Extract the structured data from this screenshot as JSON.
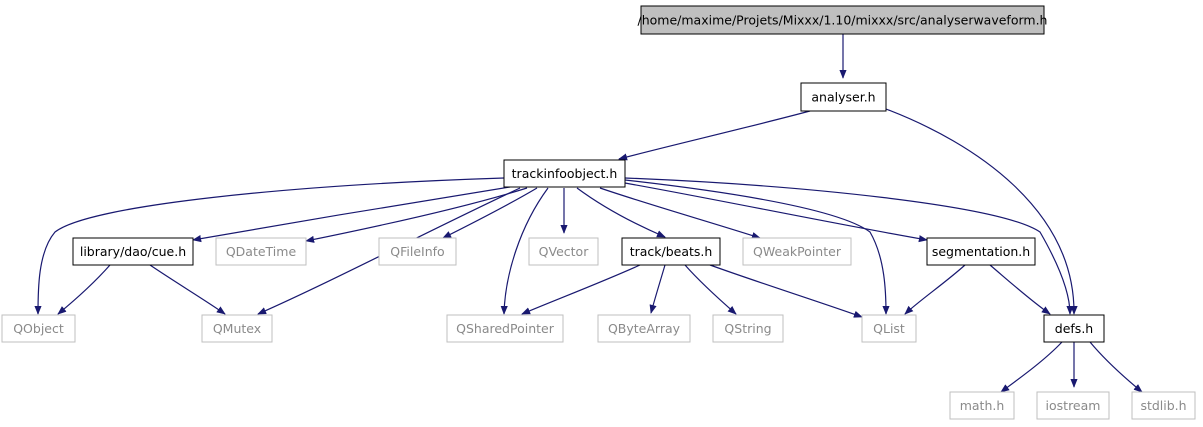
{
  "diagram": {
    "nodes": [
      {
        "id": "root",
        "label": "/home/maxime/Projets/Mixxx/1.10/mixxx/src/analyserwaveform.h",
        "style": "root"
      },
      {
        "id": "analyser",
        "label": "analyser.h",
        "style": "normal"
      },
      {
        "id": "trackinfo",
        "label": "trackinfoobject.h",
        "style": "normal"
      },
      {
        "id": "cue",
        "label": "library/dao/cue.h",
        "style": "normal"
      },
      {
        "id": "qdatetime",
        "label": "QDateTime",
        "style": "external"
      },
      {
        "id": "qfileinfo",
        "label": "QFileInfo",
        "style": "external"
      },
      {
        "id": "qvector",
        "label": "QVector",
        "style": "external"
      },
      {
        "id": "beats",
        "label": "track/beats.h",
        "style": "normal"
      },
      {
        "id": "qweakpointer",
        "label": "QWeakPointer",
        "style": "external"
      },
      {
        "id": "segmentation",
        "label": "segmentation.h",
        "style": "normal"
      },
      {
        "id": "qobject",
        "label": "QObject",
        "style": "external"
      },
      {
        "id": "qmutex",
        "label": "QMutex",
        "style": "external"
      },
      {
        "id": "qsharedpointer",
        "label": "QSharedPointer",
        "style": "external"
      },
      {
        "id": "qbytearray",
        "label": "QByteArray",
        "style": "external"
      },
      {
        "id": "qstring",
        "label": "QString",
        "style": "external"
      },
      {
        "id": "qlist",
        "label": "QList",
        "style": "external"
      },
      {
        "id": "defs",
        "label": "defs.h",
        "style": "normal"
      },
      {
        "id": "math",
        "label": "math.h",
        "style": "external"
      },
      {
        "id": "iostream",
        "label": "iostream",
        "style": "external"
      },
      {
        "id": "stdlib",
        "label": "stdlib.h",
        "style": "external"
      }
    ],
    "edges": [
      {
        "from": "root",
        "to": "analyser"
      },
      {
        "from": "analyser",
        "to": "trackinfo"
      },
      {
        "from": "analyser",
        "to": "defs"
      },
      {
        "from": "trackinfo",
        "to": "qobject"
      },
      {
        "from": "trackinfo",
        "to": "cue"
      },
      {
        "from": "trackinfo",
        "to": "qmutex"
      },
      {
        "from": "trackinfo",
        "to": "qdatetime"
      },
      {
        "from": "trackinfo",
        "to": "qfileinfo"
      },
      {
        "from": "trackinfo",
        "to": "qsharedpointer"
      },
      {
        "from": "trackinfo",
        "to": "qvector"
      },
      {
        "from": "trackinfo",
        "to": "beats"
      },
      {
        "from": "trackinfo",
        "to": "qweakpointer"
      },
      {
        "from": "trackinfo",
        "to": "segmentation"
      },
      {
        "from": "trackinfo",
        "to": "qlist"
      },
      {
        "from": "trackinfo",
        "to": "defs"
      },
      {
        "from": "cue",
        "to": "qobject"
      },
      {
        "from": "cue",
        "to": "qmutex"
      },
      {
        "from": "beats",
        "to": "qsharedpointer"
      },
      {
        "from": "beats",
        "to": "qbytearray"
      },
      {
        "from": "beats",
        "to": "qstring"
      },
      {
        "from": "beats",
        "to": "qlist"
      },
      {
        "from": "segmentation",
        "to": "qlist"
      },
      {
        "from": "segmentation",
        "to": "defs"
      },
      {
        "from": "defs",
        "to": "math"
      },
      {
        "from": "defs",
        "to": "iostream"
      },
      {
        "from": "defs",
        "to": "stdlib"
      }
    ],
    "colors": {
      "root_fill": "#bfbfbf",
      "normal_border": "#000000",
      "external_border": "#bfbfbf",
      "normal_text": "#000000",
      "external_text": "#8a8a8a",
      "edge": "#191970"
    }
  }
}
